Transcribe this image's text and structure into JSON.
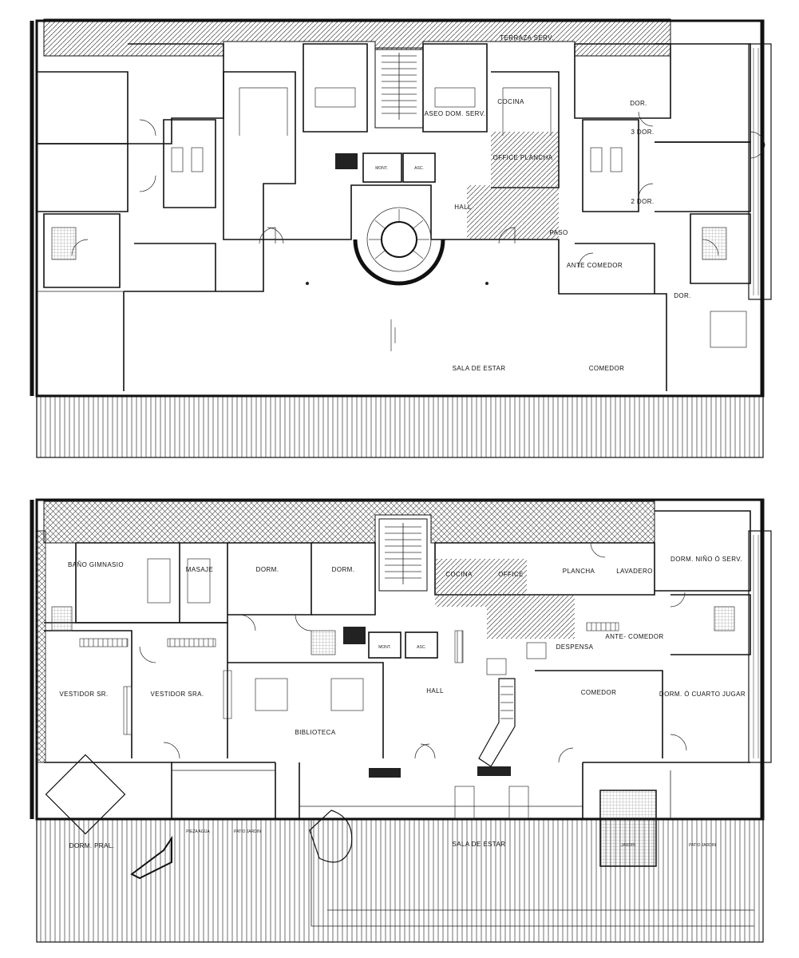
{
  "upper_plan": {
    "rooms": {
      "terraza_serv": "TERRAZA SERV.",
      "aseo_serv": "ASEO DOM. SERV.",
      "cocina": "COCINA",
      "office_plancha": "OFFICE PLANCHA",
      "mont": "MONT.",
      "asc": "ASC.",
      "hall": "HALL",
      "paso": "PASO",
      "ante_comedor": "ANTE COMEDOR",
      "dor_1": "DOR.",
      "dor_3": "3 DOR.",
      "dor_2": "2 DOR.",
      "dor_low": "DOR.",
      "sala_de_estar": "SALA DE ESTAR",
      "comedor": "COMEDOR"
    }
  },
  "lower_plan": {
    "rooms": {
      "bano_gimnasio": "BAÑO GIMNASIO",
      "masaje": "MASAJE",
      "dorm_a": "DORM.",
      "dorm_b": "DORM.",
      "cocina": "COCINA",
      "office": "OFFICE",
      "plancha": "PLANCHA",
      "lavadero": "LAVADERO",
      "dorm_nino": "DORM. NIÑO Ó SERV.",
      "ante_comedor": "ANTE- COMEDOR",
      "despensa": "DESPENSA",
      "mont": "MONT.",
      "asc": "ASC.",
      "vestidor_sr": "VESTIDOR SR.",
      "vestidor_sra": "VESTIDOR SRA.",
      "biblioteca": "BIBLIOTECA",
      "hall": "HALL",
      "comedor": "COMEDOR",
      "dorm_cuarto": "DORM. Ó CUARTO JUGAR",
      "dorm_pral": "DORM. PRAL.",
      "pieza_agua": "PIEZA AGUA",
      "patio_jardin_a": "PATIO JARDIN",
      "sala_de_estar": "SALA DE ESTAR",
      "jardin": "JARDIN",
      "patio_jardin_b": "PATIO JARDIN"
    }
  }
}
